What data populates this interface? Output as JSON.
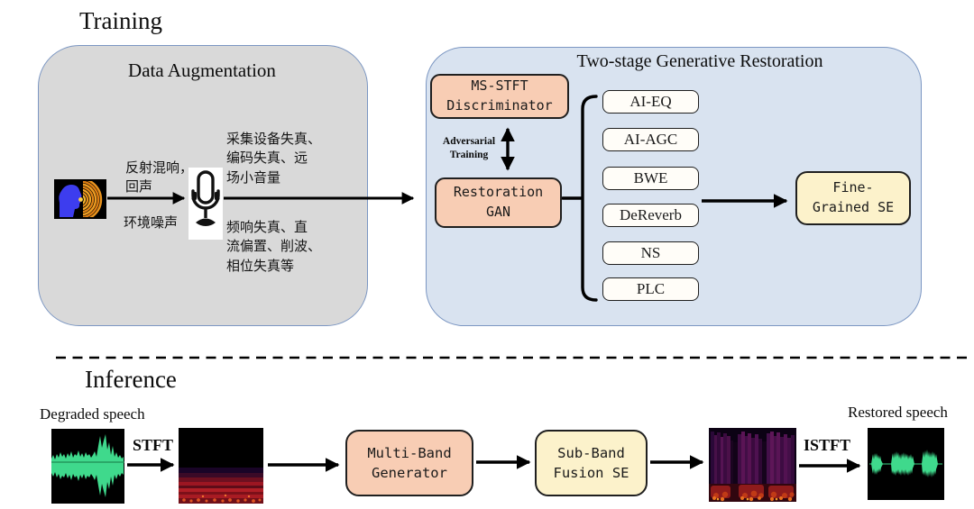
{
  "training": {
    "section_title": "Training",
    "data_augmentation": {
      "panel_title": "Data Augmentation",
      "reverb_echo_label": "反射混响，\n回声",
      "ambient_noise_label": "环境噪声",
      "capture_distortion_label": "采集设备失真、\n编码失真、远\n场小音量",
      "response_distortion_label": "频响失真、直\n流偏置、削波、\n相位失真等",
      "speaker_icon": "speaker-with-sound-waves",
      "microphone_icon": "studio-microphone"
    },
    "two_stage_restoration": {
      "panel_title": "Two-stage Generative Restoration",
      "discriminator_box": "MS-STFT\nDiscriminator",
      "adversarial_label": "Adversarial\nTraining",
      "restoration_gan_box": "Restoration\nGAN",
      "task_boxes": [
        "AI-EQ",
        "AI-AGC",
        "BWE",
        "DeReverb",
        "NS",
        "PLC"
      ],
      "fine_grained_box": "Fine-\nGrained SE"
    }
  },
  "inference": {
    "section_title": "Inference",
    "degraded_label": "Degraded speech",
    "stft_label": "STFT",
    "multiband_generator_box": "Multi-Band\nGenerator",
    "subband_fusion_box": "Sub-Band\nFusion SE",
    "istft_label": "ISTFT",
    "restored_label": "Restored speech",
    "degraded_waveform_icon": "green-speech-waveform",
    "input_spectrogram_icon": "degraded-spectrogram",
    "output_spectrogram_icon": "restored-spectrogram",
    "restored_waveform_icon": "green-speech-waveform"
  },
  "colors": {
    "panel_gray": "#d9d9d9",
    "panel_blue": "#d9e3f0",
    "panel_border": "#7b96c2",
    "salmon_box": "#f8cdb4",
    "yellow_box": "#fcf2cb",
    "white_box": "#fffdf8",
    "box_border": "#1f1f1f",
    "arrow": "#000000",
    "waveform_green": "#3fd98c"
  }
}
